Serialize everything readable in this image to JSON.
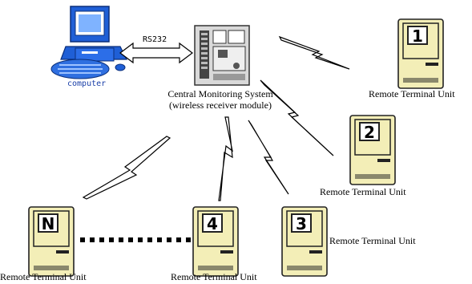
{
  "computer": {
    "label": "computer"
  },
  "link": {
    "label": "RS232"
  },
  "central": {
    "line1": "Central Monitoring System",
    "line2": "(wireless receiver module)"
  },
  "units": [
    {
      "id": "1",
      "label": "Remote Terminal Unit"
    },
    {
      "id": "2",
      "label": "Remote Terminal Unit"
    },
    {
      "id": "3",
      "label": "Remote Terminal Unit"
    },
    {
      "id": "4",
      "label": "Remote Terminal Unit"
    },
    {
      "id": "N",
      "label": "Remote Terminal Unit"
    }
  ],
  "colors": {
    "unit_body": "#f3eeb7",
    "unit_outline": "#222222",
    "computer_blue": "#1f5fd6",
    "wire": "#000000"
  },
  "icons": [
    "computer-icon",
    "controller-board-icon",
    "terminal-unit-icon",
    "lightning-bolt-icon"
  ]
}
